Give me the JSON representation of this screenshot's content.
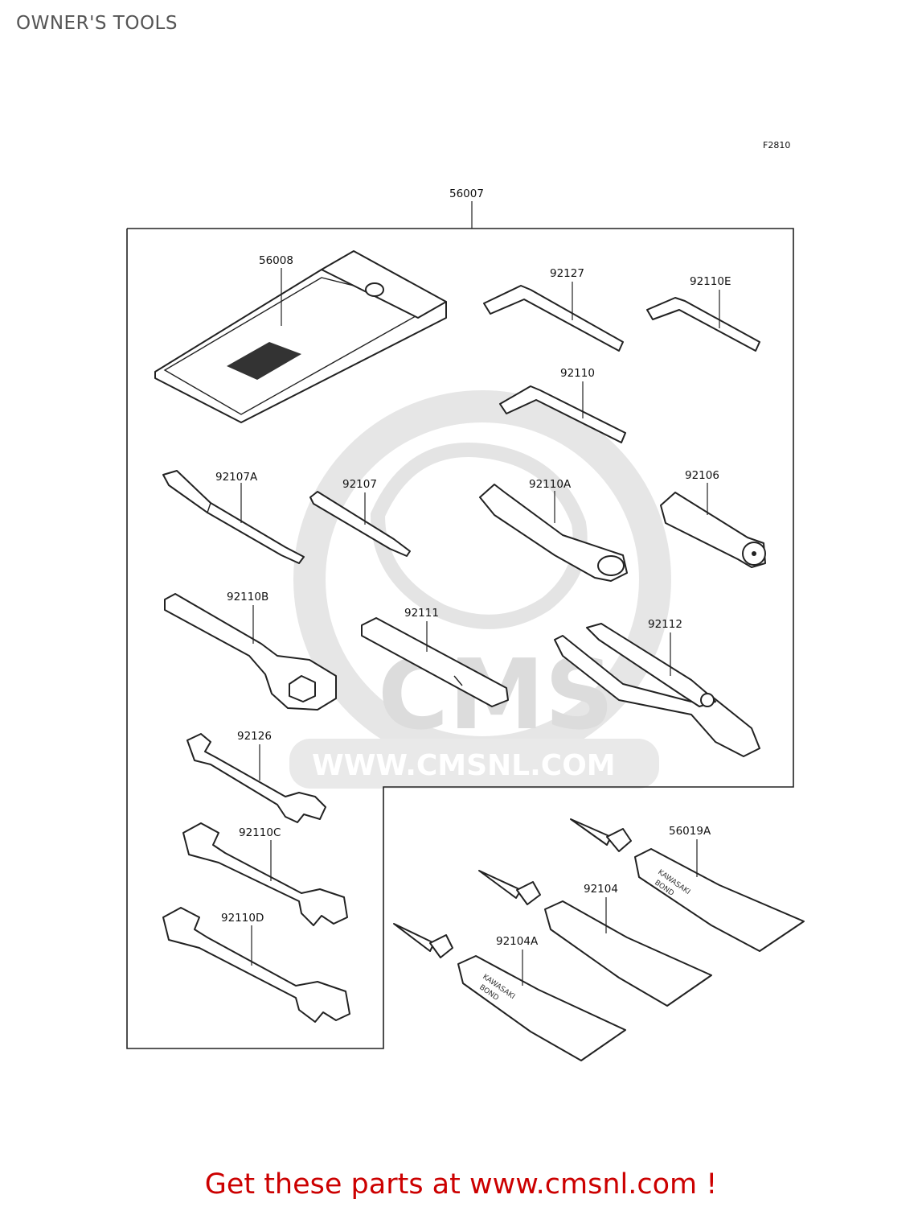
{
  "title": "OWNER'S TOOLS",
  "figure_code": "F2810",
  "watermark": {
    "logo_text": "CMS",
    "url_text": "WWW.CMSNL.COM"
  },
  "parts": {
    "kit": "56007",
    "pouch": "56008",
    "hex_wrench_large": "92127",
    "hex_wrench_e": "92110E",
    "hex_wrench": "92110",
    "screwdriver_a": "92107A",
    "screwdriver": "92107",
    "socket_wrench_a": "92110A",
    "handle_92106": "92106",
    "box_wrench_b": "92110B",
    "bar_92111": "92111",
    "pliers": "92112",
    "open_wrench_92126": "92126",
    "open_wrench_c": "92110C",
    "open_wrench_d": "92110D",
    "bond_56019a": "56019A",
    "bond_92104": "92104",
    "bond_92104a": "92104A"
  },
  "tube_print": {
    "brand": "KAWASAKI",
    "product": "BOND"
  },
  "footer": "Get these parts at www.cmsnl.com !"
}
